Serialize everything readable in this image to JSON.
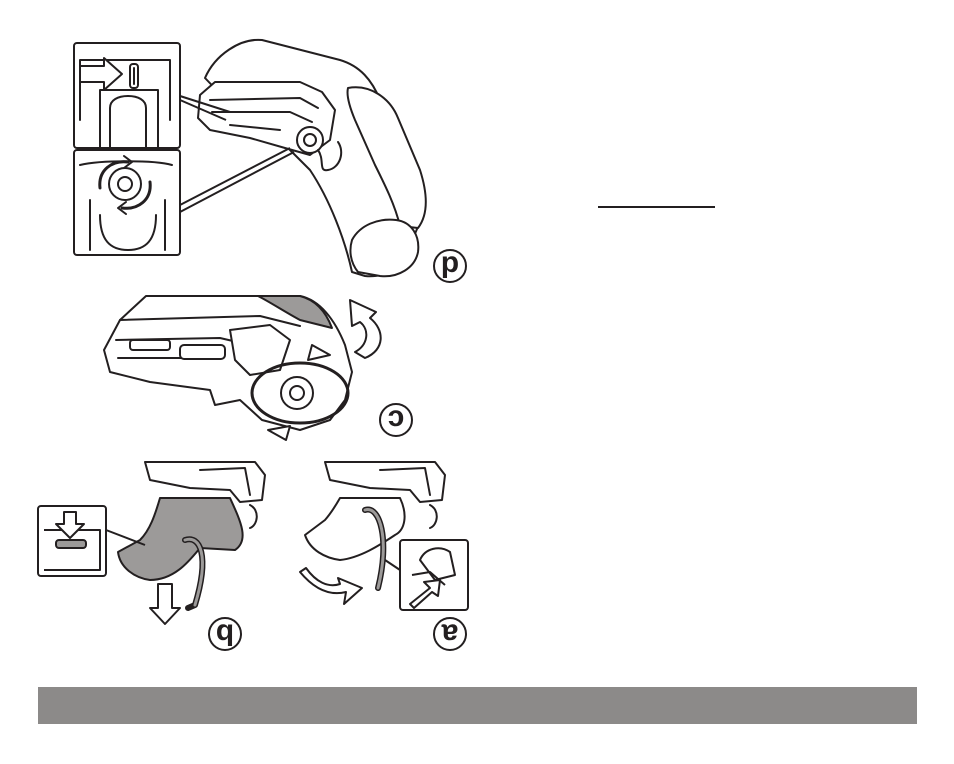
{
  "page": {
    "background_color": "#ffffff",
    "ink_color": "#231f20",
    "footer_bar_color": "#8c8a89",
    "fill_gray": "#9c9a99"
  },
  "steps": [
    {
      "id": "d",
      "label": "d"
    },
    {
      "id": "c",
      "label": "c"
    },
    {
      "id": "b",
      "label": "b"
    },
    {
      "id": "a",
      "label": "a"
    }
  ],
  "icons": {
    "arrow": "arrow-icon",
    "rotate": "rotate-arrows-icon"
  }
}
